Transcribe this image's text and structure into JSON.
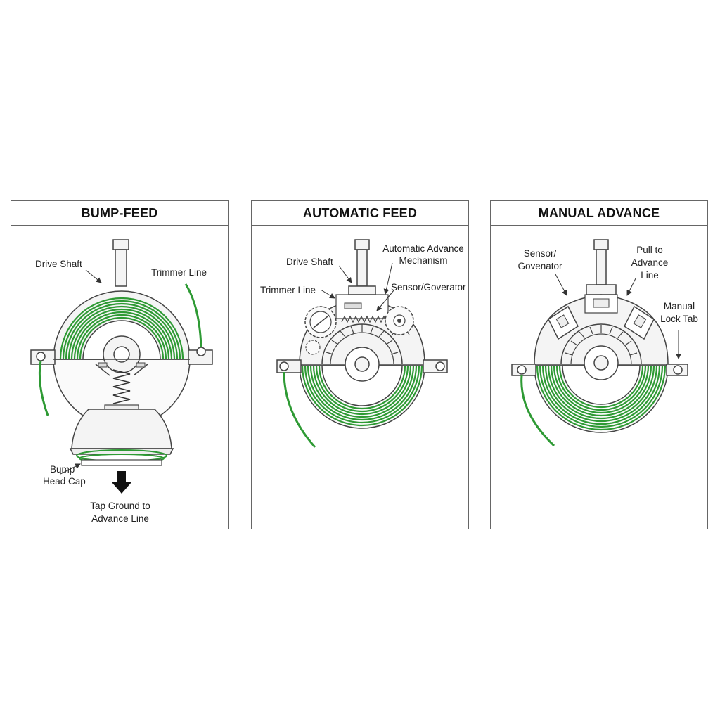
{
  "colors": {
    "line_green": "#2e9a34",
    "outline": "#444444",
    "fill_light": "#f4f4f4"
  },
  "panels": [
    {
      "title": "BUMP-FEED",
      "labels": {
        "drive_shaft": "Drive Shaft",
        "trimmer_line": "Trimmer Line",
        "bump_head_cap_1": "Bump",
        "bump_head_cap_2": "Head Cap",
        "tap_ground_1": "Tap Ground to",
        "tap_ground_2": "Advance Line"
      }
    },
    {
      "title": "AUTOMATIC FEED",
      "labels": {
        "drive_shaft": "Drive Shaft",
        "auto_advance_1": "Automatic Advance",
        "auto_advance_2": "Mechanism",
        "trimmer_line": "Trimmer Line",
        "sensor": "Sensor/Goverator"
      }
    },
    {
      "title": "MANUAL ADVANCE",
      "labels": {
        "sensor_1": "Sensor/",
        "sensor_2": "Govenator",
        "pull_1": "Pull to",
        "pull_2": "Advance",
        "pull_3": "Line",
        "lock_1": "Manual",
        "lock_2": "Lock Tab"
      }
    }
  ]
}
